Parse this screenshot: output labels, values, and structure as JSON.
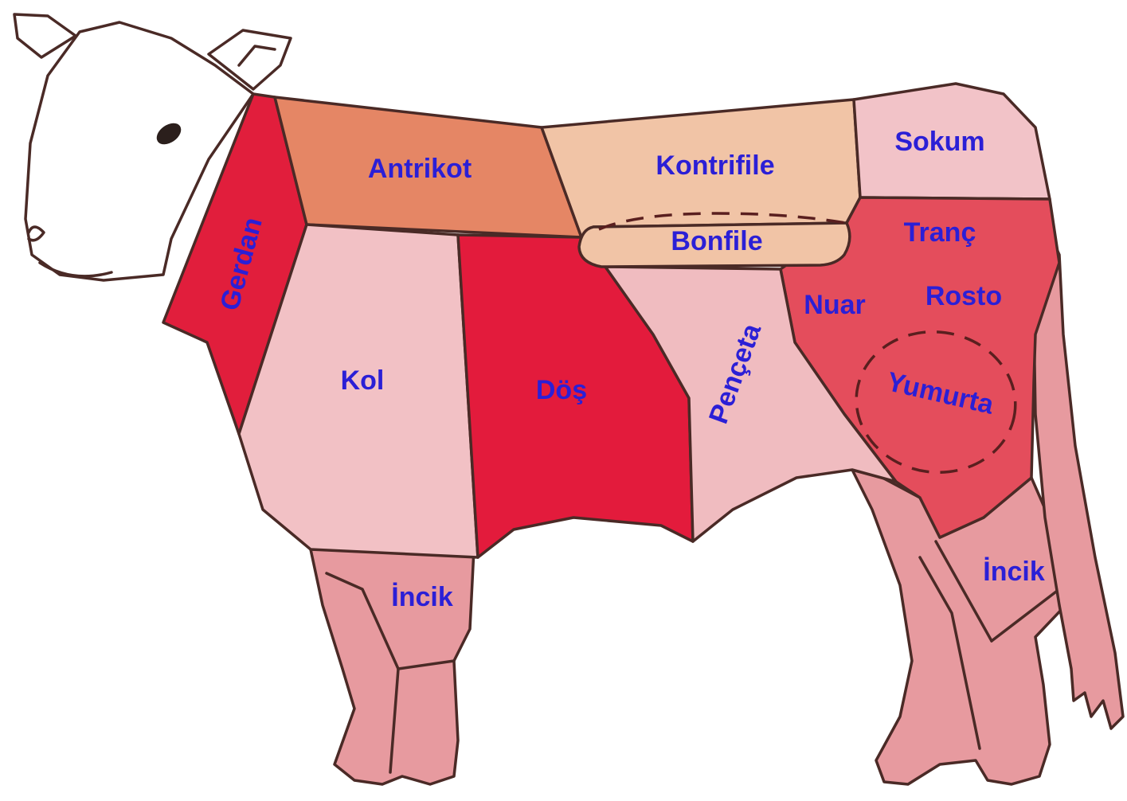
{
  "colors": {
    "label": "#2b1fd6",
    "outline": "#4a2a26",
    "head": "#ffffff",
    "gerdan": "#e11e3c",
    "antrikot": "#e58665",
    "kontrifile": "#f1c4a6",
    "bonfile": "#f1c4a6",
    "sokum": "#f2c3c8",
    "tranc": "#e44d5c",
    "kol": "#f2c1c5",
    "dos": "#e31b3c",
    "penceta": "#f0bcc0",
    "leg": "#e79a9f"
  },
  "cuts": {
    "gerdan": "Gerdan",
    "antrikot": "Antrikot",
    "kontrifile": "Kontrifile",
    "bonfile": "Bonfile",
    "sokum": "Sokum",
    "tranc": "Tranç",
    "rosto": "Rosto",
    "nuar": "Nuar",
    "yumurta": "Yumurta",
    "kol": "Kol",
    "dos": "Döş",
    "penceta": "Pençeta",
    "incik_front": "İncik",
    "incik_back": "İncik"
  }
}
